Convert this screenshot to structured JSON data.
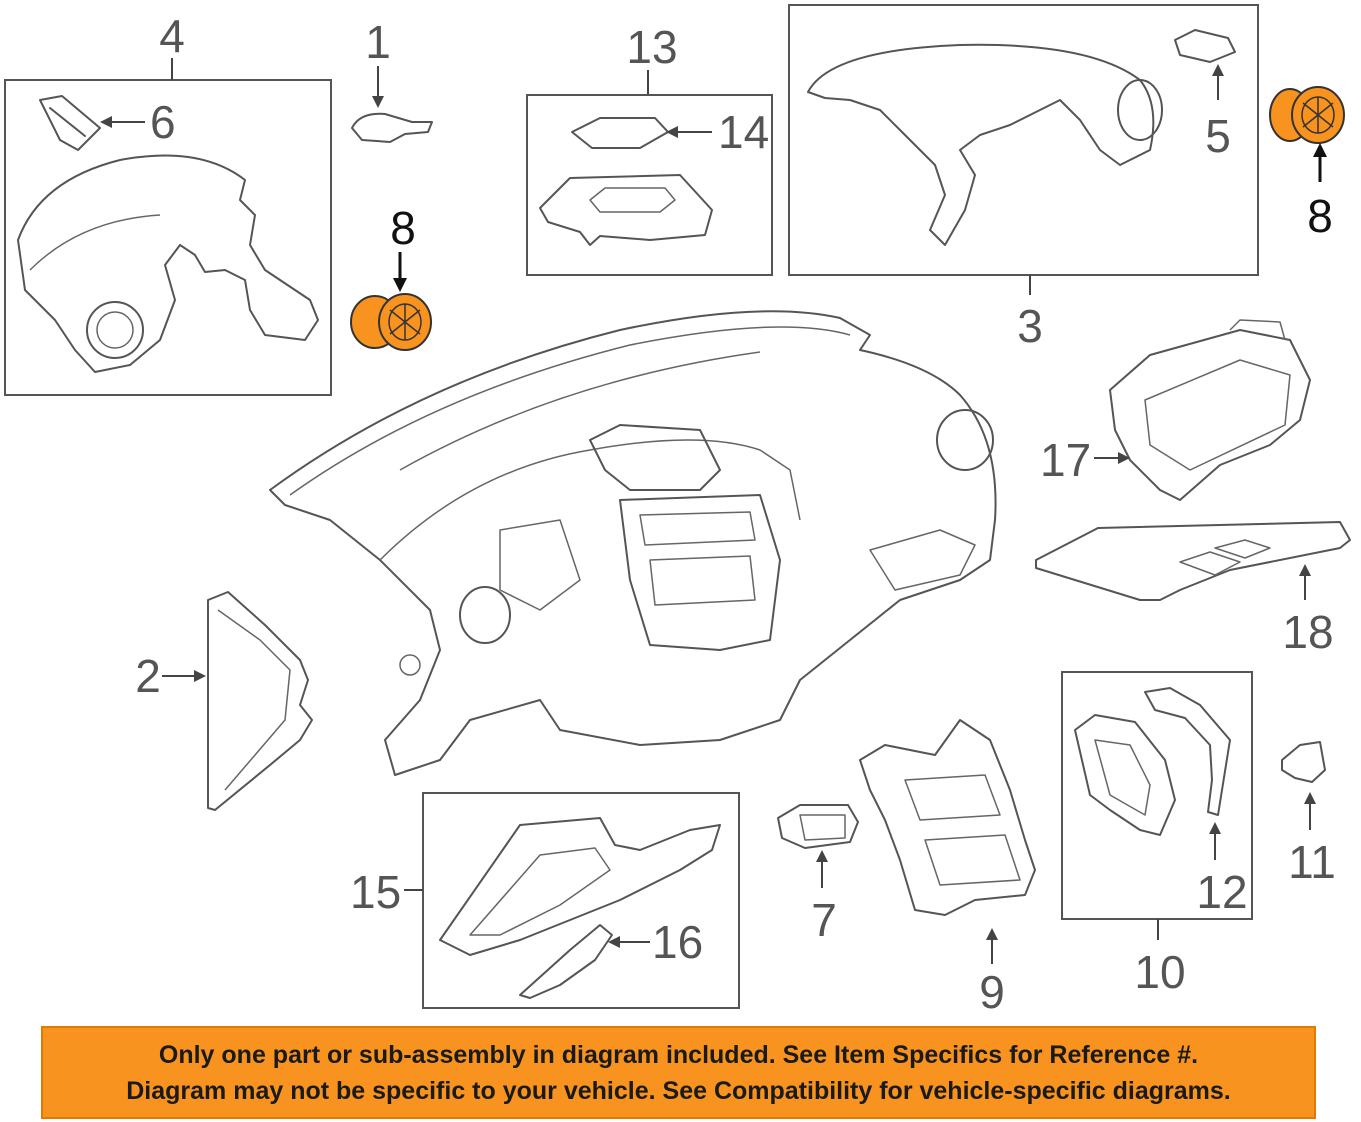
{
  "callouts": {
    "c1": "1",
    "c2": "2",
    "c3": "3",
    "c4": "4",
    "c5": "5",
    "c6": "6",
    "c7": "7",
    "c8a": "8",
    "c8b": "8",
    "c9": "9",
    "c10": "10",
    "c11": "11",
    "c12": "12",
    "c13": "13",
    "c14": "14",
    "c15": "15",
    "c16": "16",
    "c17": "17",
    "c18": "18"
  },
  "highlight": {
    "part": "8",
    "color": "#f7931e"
  },
  "colors": {
    "line": "#555555",
    "banner_bg": "#f7931e",
    "banner_text": "#1a1a1a"
  },
  "banner": {
    "line1": "Only one part or sub-assembly in diagram included. See Item Specifics for Reference #.",
    "line2": "Diagram may not be specific to your vehicle. See Compatibility for vehicle-specific diagrams."
  }
}
